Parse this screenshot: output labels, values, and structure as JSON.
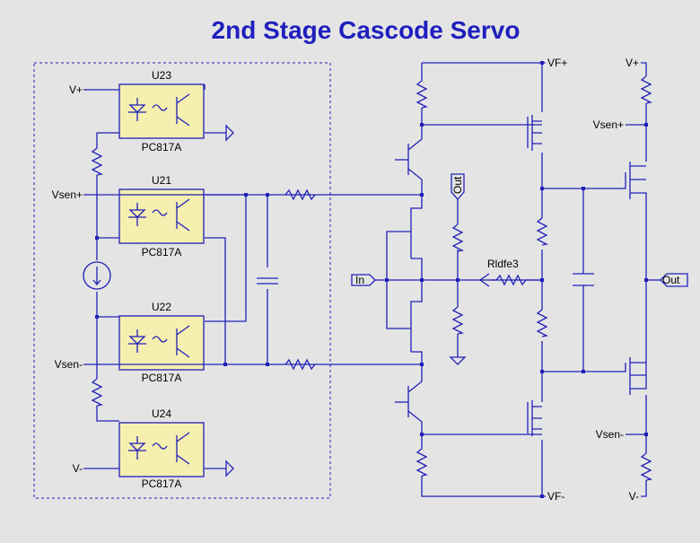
{
  "title": "2nd Stage Cascode Servo",
  "optos": [
    {
      "ref": "U23",
      "part": "PC817A"
    },
    {
      "ref": "U21",
      "part": "PC817A"
    },
    {
      "ref": "U22",
      "part": "PC817A"
    },
    {
      "ref": "U24",
      "part": "PC817A"
    }
  ],
  "labels": {
    "vplus_left": "V+",
    "vsen_plus_left": "Vsen+",
    "vsen_minus_left": "Vsen-",
    "vminus_left": "V-",
    "vf_plus": "VF+",
    "vf_minus": "VF-",
    "vplus_right": "V+",
    "vsen_plus_right": "Vsen+",
    "vsen_minus_right": "Vsen-",
    "vminus_right": "V-",
    "in_port": "In",
    "out_port_top": "Out",
    "out_port_right": "Out",
    "resistor_label": "Rldfe3"
  }
}
